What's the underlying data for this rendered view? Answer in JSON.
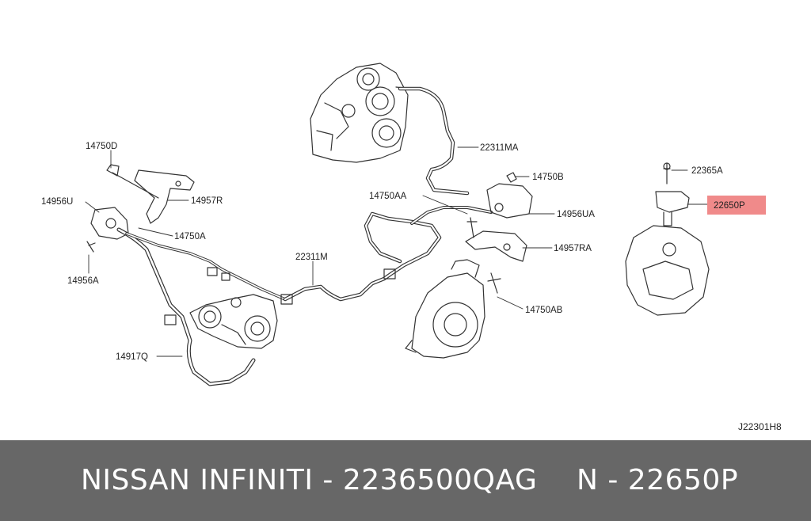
{
  "diagram": {
    "code": "J22301H8",
    "highlight_color": "#f08a8a",
    "labels": [
      {
        "id": "14750D",
        "text": "14750D"
      },
      {
        "id": "14956U",
        "text": "14956U"
      },
      {
        "id": "14957R",
        "text": "14957R"
      },
      {
        "id": "14750A",
        "text": "14750A"
      },
      {
        "id": "14956A",
        "text": "14956A"
      },
      {
        "id": "14917Q",
        "text": "14917Q"
      },
      {
        "id": "22311M",
        "text": "22311M"
      },
      {
        "id": "22311MA",
        "text": "22311MA"
      },
      {
        "id": "14750AA",
        "text": "14750AA"
      },
      {
        "id": "14750B",
        "text": "14750B"
      },
      {
        "id": "14956UA",
        "text": "14956UA"
      },
      {
        "id": "14957RA",
        "text": "14957RA"
      },
      {
        "id": "14750AB",
        "text": "14750AB"
      },
      {
        "id": "22365A",
        "text": "22365A"
      },
      {
        "id": "22650P",
        "text": "22650P"
      }
    ]
  },
  "footer": {
    "brand_text": "NISSAN  INFINITI - 2236500QAG",
    "part_text": "N - 22650P",
    "bg_color": "#676767"
  }
}
